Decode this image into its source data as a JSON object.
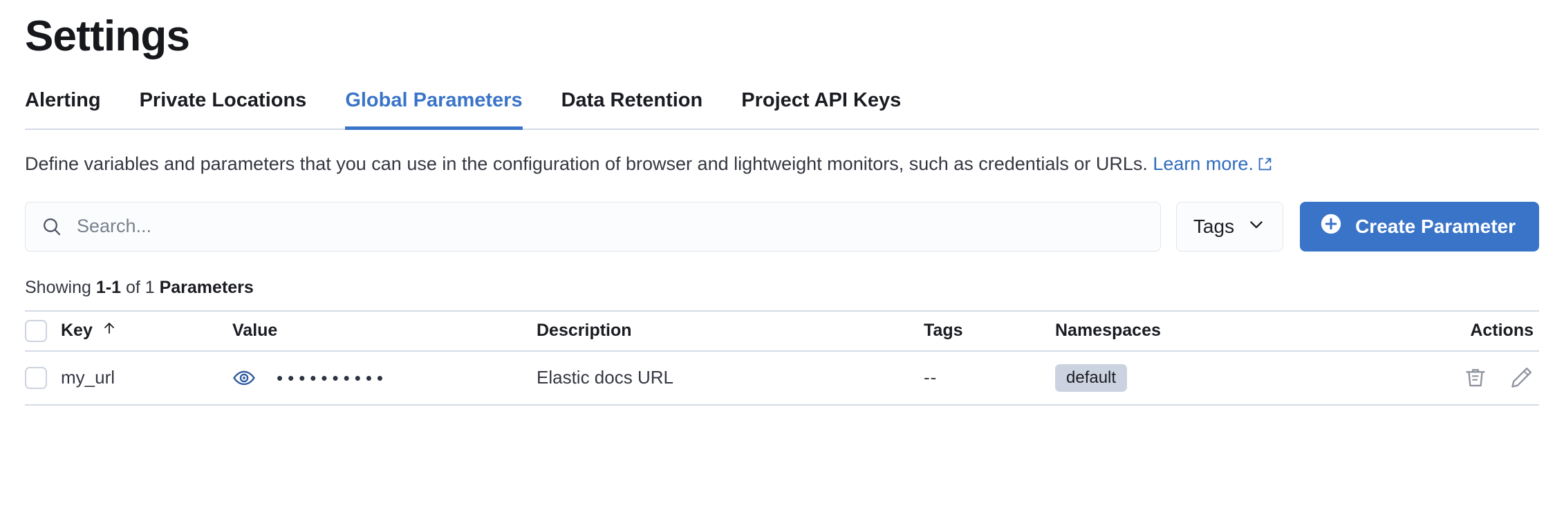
{
  "page": {
    "title": "Settings"
  },
  "tabs": [
    {
      "label": "Alerting",
      "active": false
    },
    {
      "label": "Private Locations",
      "active": false
    },
    {
      "label": "Global Parameters",
      "active": true
    },
    {
      "label": "Data Retention",
      "active": false
    },
    {
      "label": "Project API Keys",
      "active": false
    }
  ],
  "description": {
    "text": "Define variables and parameters that you can use in the configuration of browser and lightweight monitors, such as credentials or URLs. ",
    "link_label": "Learn more.",
    "link_icon": "external-link-icon"
  },
  "controls": {
    "search": {
      "placeholder": "Search...",
      "value": "",
      "icon": "search-icon"
    },
    "tags_filter": {
      "label": "Tags",
      "icon": "chevron-down-icon"
    },
    "create_button": {
      "label": "Create Parameter",
      "icon": "plus-circle-icon"
    }
  },
  "summary": {
    "prefix": "Showing ",
    "range": "1-1",
    "middle": " of 1 ",
    "noun": "Parameters"
  },
  "table": {
    "columns": [
      {
        "label": "Key",
        "sort": "ascending",
        "sort_icon": "arrow-up-icon"
      },
      {
        "label": "Value"
      },
      {
        "label": "Description"
      },
      {
        "label": "Tags"
      },
      {
        "label": "Namespaces"
      },
      {
        "label": "Actions"
      }
    ],
    "rows": [
      {
        "key": "my_url",
        "value_masked": "••••••••••",
        "value_toggle_icon": "eye-icon",
        "description": "Elastic docs URL",
        "tags": "--",
        "namespace": "default",
        "actions": [
          "trash-icon",
          "pencil-icon"
        ]
      }
    ]
  },
  "colors": {
    "accent_blue": "#3a74c8",
    "link_blue": "#2f6bbf",
    "text_primary": "#1a1c21",
    "text_secondary": "#343741",
    "border": "#d3dae6",
    "badge_bg": "#ccd3e0",
    "icon_gray": "#8f949e"
  }
}
